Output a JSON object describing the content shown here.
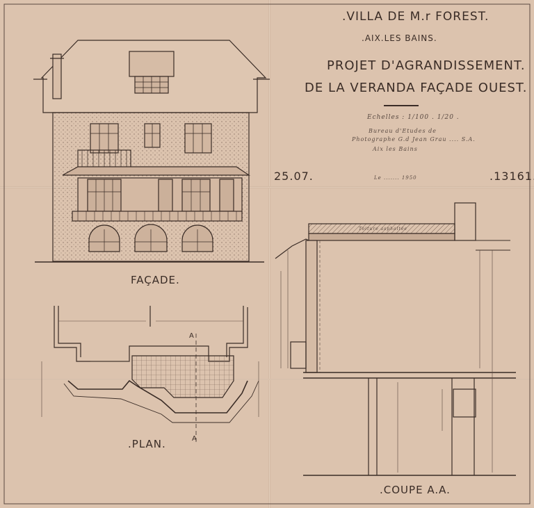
{
  "title_block": {
    "villa": ".VILLA DE M.r FOREST.",
    "town": ".AIX.LES BAINS.",
    "project_line1": "PROJET D'AGRANDISSEMENT.",
    "project_line2": "DE LA VERANDA FAÇADE OUEST.",
    "scale": "Echelles : 1/100 . 1/20 .",
    "office_line1": "Bureau d'Etudes de",
    "office_line2": "Photographe G.d Jean Grau .... S.A.",
    "office_line3": "Aix les Bains",
    "date": "25.07.",
    "stamp": "Le ....... 1950",
    "number": ".13161."
  },
  "labels": {
    "facade": "FAÇADE.",
    "plan": ".PLAN.",
    "section": ".COUPE A.A.",
    "section_marker_top": "A",
    "section_marker_bottom": "A",
    "roof_note": "Toiture asphaltée"
  },
  "colors": {
    "paper": "#dcc3ae",
    "ink": "#3a2c26",
    "hatch": "#7a6356"
  }
}
